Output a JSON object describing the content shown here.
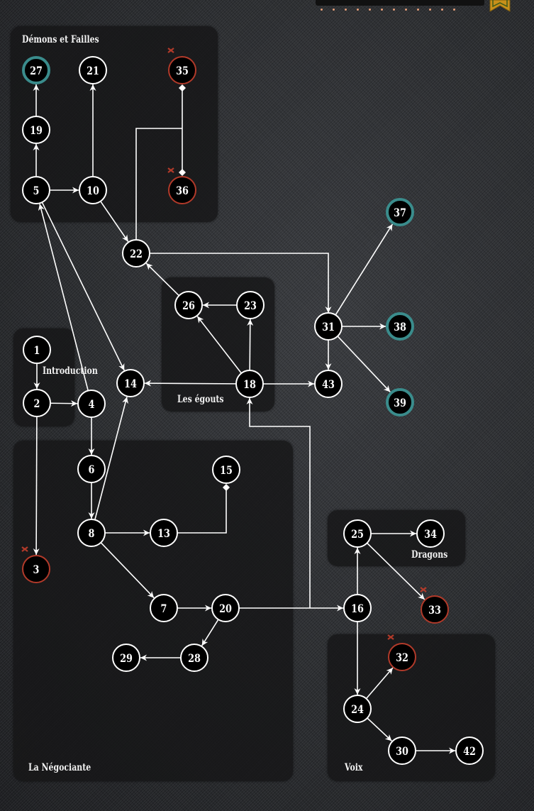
{
  "groups": [
    {
      "id": "demons",
      "label": "Démons et Failles"
    },
    {
      "id": "intro",
      "label": "Introduction"
    },
    {
      "id": "egouts",
      "label": "Les égouts"
    },
    {
      "id": "negociante",
      "label": "La Négociante"
    },
    {
      "id": "dragons",
      "label": "Dragons"
    },
    {
      "id": "voix",
      "label": "Voix"
    }
  ],
  "nodes": [
    {
      "id": "27",
      "status": "ending"
    },
    {
      "id": "21",
      "status": "normal"
    },
    {
      "id": "35",
      "status": "death"
    },
    {
      "id": "19",
      "status": "normal"
    },
    {
      "id": "5",
      "status": "normal"
    },
    {
      "id": "10",
      "status": "normal"
    },
    {
      "id": "36",
      "status": "death"
    },
    {
      "id": "22",
      "status": "normal"
    },
    {
      "id": "37",
      "status": "ending"
    },
    {
      "id": "26",
      "status": "normal"
    },
    {
      "id": "23",
      "status": "normal"
    },
    {
      "id": "31",
      "status": "normal"
    },
    {
      "id": "38",
      "status": "ending"
    },
    {
      "id": "1",
      "status": "normal"
    },
    {
      "id": "14",
      "status": "normal"
    },
    {
      "id": "18",
      "status": "normal"
    },
    {
      "id": "43",
      "status": "normal"
    },
    {
      "id": "2",
      "status": "normal"
    },
    {
      "id": "4",
      "status": "normal"
    },
    {
      "id": "39",
      "status": "ending"
    },
    {
      "id": "6",
      "status": "normal"
    },
    {
      "id": "15",
      "status": "normal"
    },
    {
      "id": "8",
      "status": "normal"
    },
    {
      "id": "13",
      "status": "normal"
    },
    {
      "id": "25",
      "status": "normal"
    },
    {
      "id": "34",
      "status": "normal"
    },
    {
      "id": "3",
      "status": "death"
    },
    {
      "id": "7",
      "status": "normal"
    },
    {
      "id": "20",
      "status": "normal"
    },
    {
      "id": "16",
      "status": "normal"
    },
    {
      "id": "33",
      "status": "death"
    },
    {
      "id": "32",
      "status": "death"
    },
    {
      "id": "29",
      "status": "normal"
    },
    {
      "id": "28",
      "status": "normal"
    },
    {
      "id": "24",
      "status": "normal"
    },
    {
      "id": "30",
      "status": "normal"
    },
    {
      "id": "42",
      "status": "normal"
    }
  ],
  "edges": [
    {
      "from": "19",
      "to": "27"
    },
    {
      "from": "5",
      "to": "19"
    },
    {
      "from": "10",
      "to": "21"
    },
    {
      "from": "5",
      "to": "10"
    },
    {
      "from": "10",
      "to": "22"
    },
    {
      "from": "5",
      "to": "14"
    },
    {
      "from": "4",
      "to": "5"
    },
    {
      "from": "22",
      "to": "31"
    },
    {
      "from": "22",
      "to": "35-36",
      "type": "link"
    },
    {
      "from": "35",
      "to": "36",
      "type": "link"
    },
    {
      "from": "31",
      "to": "37"
    },
    {
      "from": "31",
      "to": "38"
    },
    {
      "from": "31",
      "to": "39"
    },
    {
      "from": "31",
      "to": "43"
    },
    {
      "from": "26",
      "to": "22"
    },
    {
      "from": "23",
      "to": "26"
    },
    {
      "from": "18",
      "to": "26"
    },
    {
      "from": "18",
      "to": "23"
    },
    {
      "from": "18",
      "to": "14"
    },
    {
      "from": "18",
      "to": "43"
    },
    {
      "from": "1",
      "to": "2"
    },
    {
      "from": "2",
      "to": "4"
    },
    {
      "from": "2",
      "to": "3"
    },
    {
      "from": "4",
      "to": "6"
    },
    {
      "from": "6",
      "to": "8"
    },
    {
      "from": "8",
      "to": "14"
    },
    {
      "from": "8",
      "to": "13"
    },
    {
      "from": "13",
      "to": "15",
      "type": "link"
    },
    {
      "from": "8",
      "to": "7"
    },
    {
      "from": "7",
      "to": "20"
    },
    {
      "from": "20",
      "to": "28"
    },
    {
      "from": "28",
      "to": "29"
    },
    {
      "from": "20",
      "to": "16"
    },
    {
      "from": "20",
      "to": "18"
    },
    {
      "from": "16",
      "to": "25"
    },
    {
      "from": "16",
      "to": "24"
    },
    {
      "from": "25",
      "to": "34"
    },
    {
      "from": "25",
      "to": "33"
    },
    {
      "from": "24",
      "to": "32"
    },
    {
      "from": "24",
      "to": "30"
    },
    {
      "from": "30",
      "to": "42"
    }
  ],
  "colors": {
    "normal": "#ffffff",
    "death": "#b23a2a",
    "ending": "#3a8c8c",
    "node_fill": "#000000",
    "edge": "#ffffff",
    "ribbon": "#c8901a"
  },
  "icons": {
    "death_marker": "cross-icon",
    "link_end": "diamond-icon",
    "top_right": "bookmark-ribbon-icon"
  }
}
